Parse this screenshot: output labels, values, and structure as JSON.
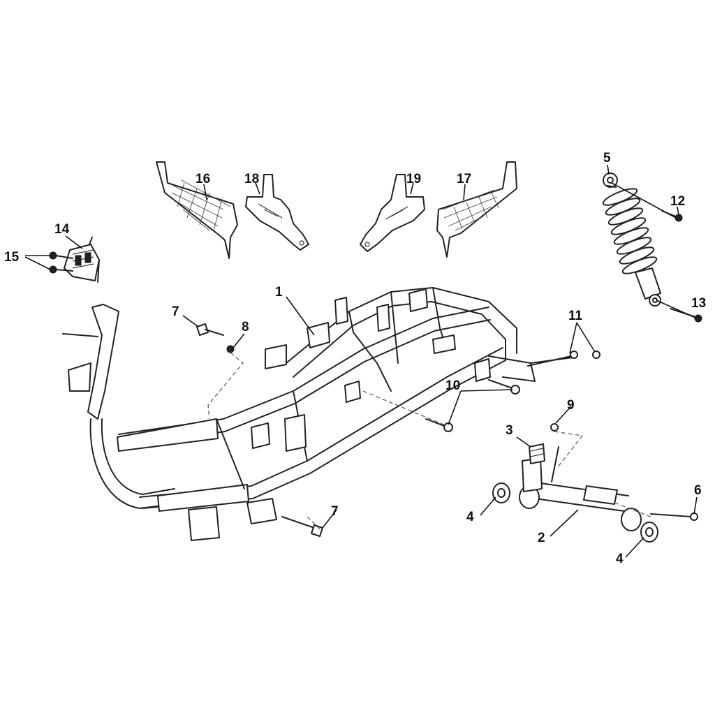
{
  "callouts": {
    "c1": "1",
    "c2": "2",
    "c3": "3",
    "c4a": "4",
    "c4b": "4",
    "c5": "5",
    "c6": "6",
    "c7a": "7",
    "c7b": "7",
    "c8": "8",
    "c9": "9",
    "c10": "10",
    "c11": "11",
    "c12": "12",
    "c13": "13",
    "c14": "14",
    "c15": "15",
    "c16": "16",
    "c17": "17",
    "c18": "18",
    "c19": "19"
  }
}
